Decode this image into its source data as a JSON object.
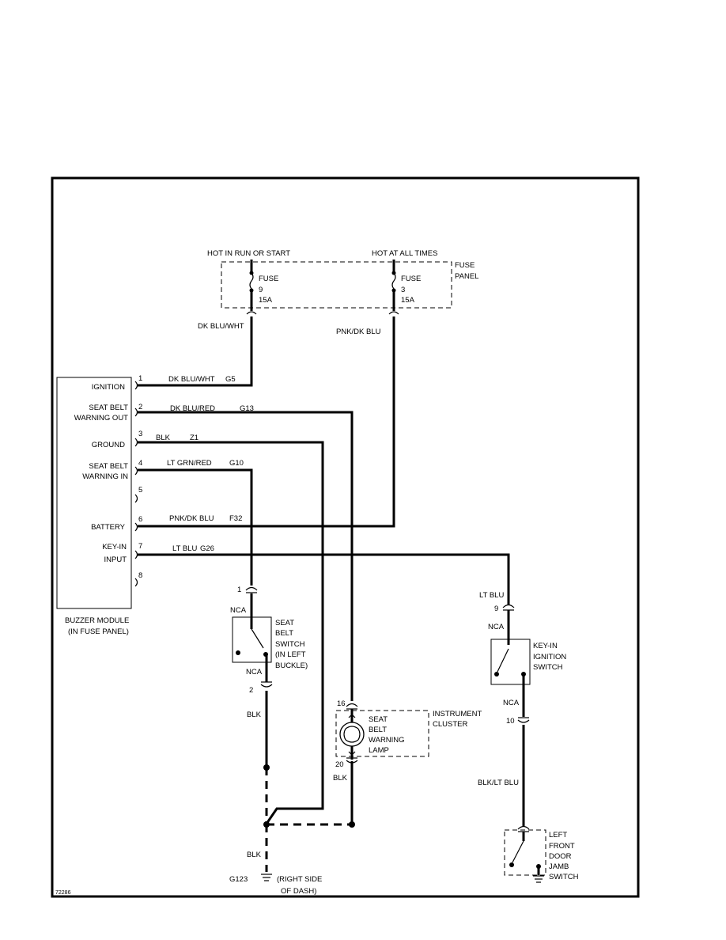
{
  "diagram_id": "72286",
  "power": {
    "hot_run_start": "HOT IN RUN OR START",
    "hot_all_times": "HOT AT ALL TIMES",
    "fuse_panel": [
      "FUSE",
      "PANEL"
    ],
    "fuse_a": [
      "FUSE",
      "9",
      "15A"
    ],
    "fuse_b": [
      "FUSE",
      "3",
      "15A"
    ],
    "wire_a": "DK BLU/WHT",
    "wire_b": "PNK/DK BLU"
  },
  "buzzer_module": {
    "name": [
      "BUZZER MODULE",
      "(IN FUSE PANEL)"
    ],
    "pins": [
      {
        "num": "1",
        "label": [
          "IGNITION"
        ],
        "wire": "DK BLU/WHT",
        "circuit": "G5"
      },
      {
        "num": "2",
        "label": [
          "SEAT BELT",
          "WARNING OUT"
        ],
        "wire": "DK BLU/RED",
        "circuit": "G13"
      },
      {
        "num": "3",
        "label": [
          "GROUND"
        ],
        "wire": "BLK",
        "circuit": "Z1"
      },
      {
        "num": "4",
        "label": [
          "SEAT BELT",
          "WARNING IN"
        ],
        "wire": "LT GRN/RED",
        "circuit": "G10"
      },
      {
        "num": "5",
        "label": [],
        "wire": "",
        "circuit": ""
      },
      {
        "num": "6",
        "label": [
          "BATTERY"
        ],
        "wire": "PNK/DK BLU",
        "circuit": "F32"
      },
      {
        "num": "7",
        "label": [
          "KEY-IN",
          "INPUT"
        ],
        "wire": "LT BLU",
        "circuit": "G26"
      },
      {
        "num": "8",
        "label": [],
        "wire": "",
        "circuit": ""
      }
    ]
  },
  "seat_belt_switch": {
    "label": [
      "SEAT",
      "BELT",
      "SWITCH",
      "(IN LEFT",
      "BUCKLE)"
    ],
    "conn_top": "1",
    "nca_top": "NCA",
    "nca_bottom": "NCA",
    "conn_bottom": "2",
    "wire": "BLK"
  },
  "instrument_cluster": {
    "lamp": [
      "SEAT",
      "BELT",
      "WARNING",
      "LAMP"
    ],
    "cluster": [
      "INSTRUMENT",
      "CLUSTER"
    ],
    "conn_top": "16",
    "conn_bottom": "20",
    "wire": "BLK"
  },
  "key_in_switch": {
    "label": [
      "KEY-IN",
      "IGNITION",
      "SWITCH"
    ],
    "wire_in": "LT BLU",
    "conn_top": "9",
    "nca_top": "NCA",
    "nca_bottom": "NCA",
    "conn_bottom": "10",
    "wire_out": "BLK/LT BLU"
  },
  "door_switch": {
    "label": [
      "LEFT",
      "FRONT",
      "DOOR",
      "JAMB",
      "SWITCH"
    ]
  },
  "ground": {
    "wire": "BLK",
    "id": "G123",
    "location": [
      "(RIGHT SIDE",
      "OF DASH)"
    ]
  }
}
